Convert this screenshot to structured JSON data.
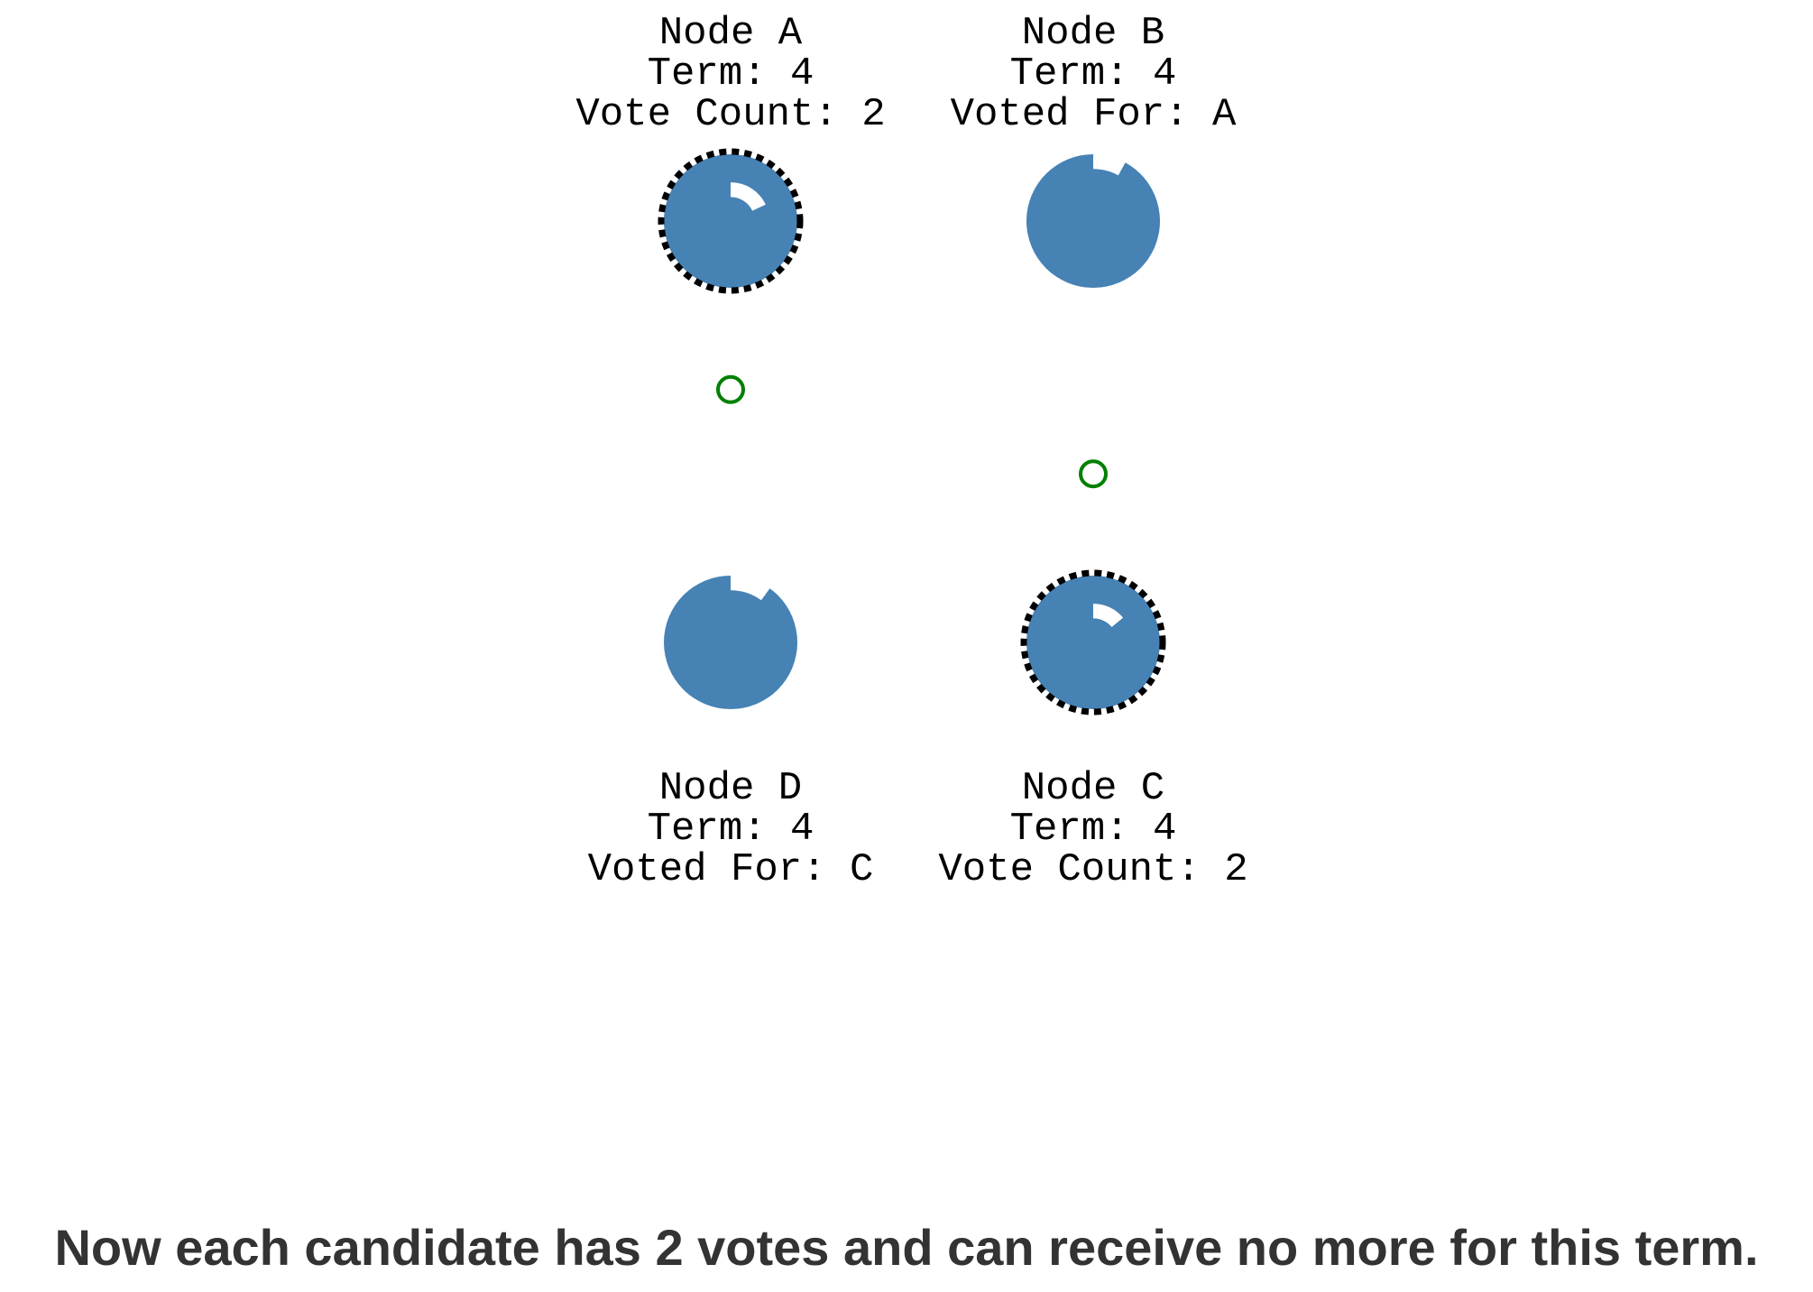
{
  "colors": {
    "node_fill": "#4682b4",
    "candidate_border": "#000000",
    "message": "#008000",
    "label_text": "#000000",
    "caption_text": "#333333",
    "timer_gap": "#ffffff"
  },
  "nodes": [
    {
      "id": "A",
      "role": "candidate",
      "label_lines": [
        "Node A",
        "Term: 4",
        "Vote Count: 2"
      ],
      "label_position": "above",
      "timer_icon": "election-timer-arc-icon",
      "timer_gap_fraction": 0.18
    },
    {
      "id": "B",
      "role": "follower",
      "label_lines": [
        "Node B",
        "Term: 4",
        "Voted For: A"
      ],
      "label_position": "above",
      "timer_icon": "election-timer-notch-icon",
      "timer_gap_fraction": 0.08
    },
    {
      "id": "C",
      "role": "candidate",
      "label_lines": [
        "Node C",
        "Term: 4",
        "Vote Count: 2"
      ],
      "label_position": "below",
      "timer_icon": "election-timer-arc-icon",
      "timer_gap_fraction": 0.14
    },
    {
      "id": "D",
      "role": "follower",
      "label_lines": [
        "Node D",
        "Term: 4",
        "Voted For: C"
      ],
      "label_position": "below",
      "timer_icon": "election-timer-notch-icon",
      "timer_gap_fraction": 0.1
    }
  ],
  "messages": [
    {
      "from": "D",
      "to": "A",
      "icon": "vote-message-icon",
      "progress": 0.6
    },
    {
      "from": "B",
      "to": "C",
      "icon": "vote-message-icon",
      "progress": 0.6
    }
  ],
  "caption": "Now each candidate has 2 votes and can receive no more for this term."
}
